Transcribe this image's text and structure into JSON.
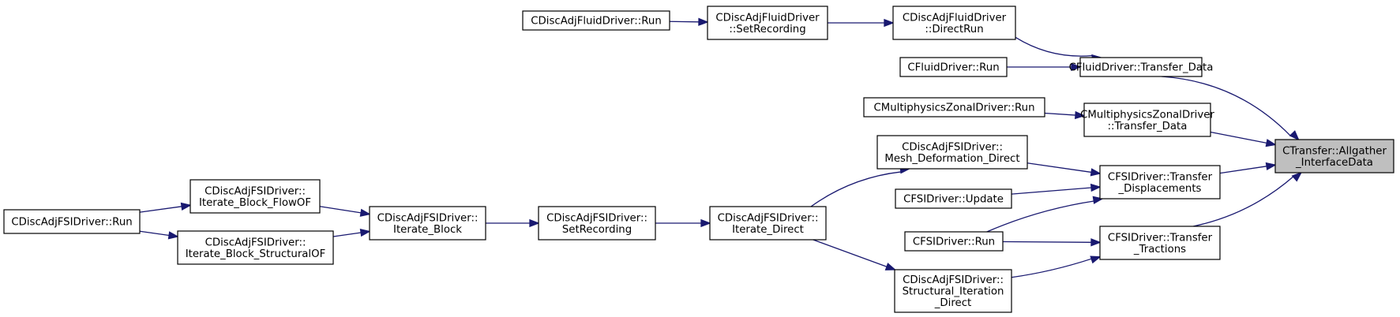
{
  "colors": {
    "edge": "#191970",
    "root_fill": "#bfbfbf",
    "node_fill": "#ffffff",
    "node_border": "#000000"
  },
  "nodes": [
    {
      "id": "n_root",
      "lines": [
        "CTransfer::Allgather",
        "_InterfaceData"
      ],
      "root": true
    },
    {
      "id": "n_cfluid_transfer",
      "lines": [
        "CFluidDriver::Transfer_Data"
      ]
    },
    {
      "id": "n_cmulti_transfer",
      "lines": [
        "CMultiphysicsZonalDriver",
        "::Transfer_Data"
      ]
    },
    {
      "id": "n_cfsi_transfer_disp",
      "lines": [
        "CFSIDriver::Transfer",
        "_Displacements"
      ]
    },
    {
      "id": "n_cfsi_transfer_trac",
      "lines": [
        "CFSIDriver::Transfer",
        "_Tractions"
      ]
    },
    {
      "id": "n_cdaf_directrun",
      "lines": [
        "CDiscAdjFluidDriver",
        "::DirectRun"
      ]
    },
    {
      "id": "n_cfluid_run",
      "lines": [
        "CFluidDriver::Run"
      ]
    },
    {
      "id": "n_cdaf_setrecording",
      "lines": [
        "CDiscAdjFluidDriver",
        "::SetRecording"
      ]
    },
    {
      "id": "n_cdaf_run",
      "lines": [
        "CDiscAdjFluidDriver::Run"
      ]
    },
    {
      "id": "n_cmulti_run",
      "lines": [
        "CMultiphysicsZonalDriver::Run"
      ]
    },
    {
      "id": "n_cdafsi_meshdef",
      "lines": [
        "CDiscAdjFSIDriver::",
        "Mesh_Deformation_Direct"
      ]
    },
    {
      "id": "n_cfsi_update",
      "lines": [
        "CFSIDriver::Update"
      ]
    },
    {
      "id": "n_cfsi_run",
      "lines": [
        "CFSIDriver::Run"
      ]
    },
    {
      "id": "n_cdafsi_structiter",
      "lines": [
        "CDiscAdjFSIDriver::",
        "Structural_Iteration",
        "_Direct"
      ]
    },
    {
      "id": "n_cdafsi_iterdirect",
      "lines": [
        "CDiscAdjFSIDriver::",
        "Iterate_Direct"
      ]
    },
    {
      "id": "n_cdafsi_setrecording",
      "lines": [
        "CDiscAdjFSIDriver::",
        "SetRecording"
      ]
    },
    {
      "id": "n_cdafsi_iterblock",
      "lines": [
        "CDiscAdjFSIDriver::",
        "Iterate_Block"
      ]
    },
    {
      "id": "n_cdafsi_flowof",
      "lines": [
        "CDiscAdjFSIDriver::",
        "Iterate_Block_FlowOF"
      ]
    },
    {
      "id": "n_cdafsi_structof",
      "lines": [
        "CDiscAdjFSIDriver::",
        "Iterate_Block_StructuralOF"
      ]
    },
    {
      "id": "n_cdafsi_run",
      "lines": [
        "CDiscAdjFSIDriver::Run"
      ]
    }
  ],
  "edges": [
    {
      "from": "n_cfluid_transfer",
      "to": "n_root"
    },
    {
      "from": "n_cmulti_transfer",
      "to": "n_root"
    },
    {
      "from": "n_cfsi_transfer_disp",
      "to": "n_root"
    },
    {
      "from": "n_cfsi_transfer_trac",
      "to": "n_root"
    },
    {
      "from": "n_cdaf_directrun",
      "to": "n_cfluid_transfer"
    },
    {
      "from": "n_cfluid_run",
      "to": "n_cfluid_transfer"
    },
    {
      "from": "n_cdaf_setrecording",
      "to": "n_cdaf_directrun"
    },
    {
      "from": "n_cdaf_run",
      "to": "n_cdaf_setrecording"
    },
    {
      "from": "n_cmulti_run",
      "to": "n_cmulti_transfer"
    },
    {
      "from": "n_cdafsi_meshdef",
      "to": "n_cfsi_transfer_disp"
    },
    {
      "from": "n_cfsi_update",
      "to": "n_cfsi_transfer_disp"
    },
    {
      "from": "n_cfsi_run",
      "to": "n_cfsi_transfer_disp"
    },
    {
      "from": "n_cfsi_run",
      "to": "n_cfsi_transfer_trac"
    },
    {
      "from": "n_cdafsi_structiter",
      "to": "n_cfsi_transfer_trac"
    },
    {
      "from": "n_cdafsi_iterdirect",
      "to": "n_cdafsi_meshdef"
    },
    {
      "from": "n_cdafsi_iterdirect",
      "to": "n_cdafsi_structiter"
    },
    {
      "from": "n_cdafsi_setrecording",
      "to": "n_cdafsi_iterdirect"
    },
    {
      "from": "n_cdafsi_iterblock",
      "to": "n_cdafsi_setrecording"
    },
    {
      "from": "n_cdafsi_flowof",
      "to": "n_cdafsi_iterblock"
    },
    {
      "from": "n_cdafsi_structof",
      "to": "n_cdafsi_iterblock"
    },
    {
      "from": "n_cdafsi_run",
      "to": "n_cdafsi_flowof"
    },
    {
      "from": "n_cdafsi_run",
      "to": "n_cdafsi_structof"
    }
  ]
}
